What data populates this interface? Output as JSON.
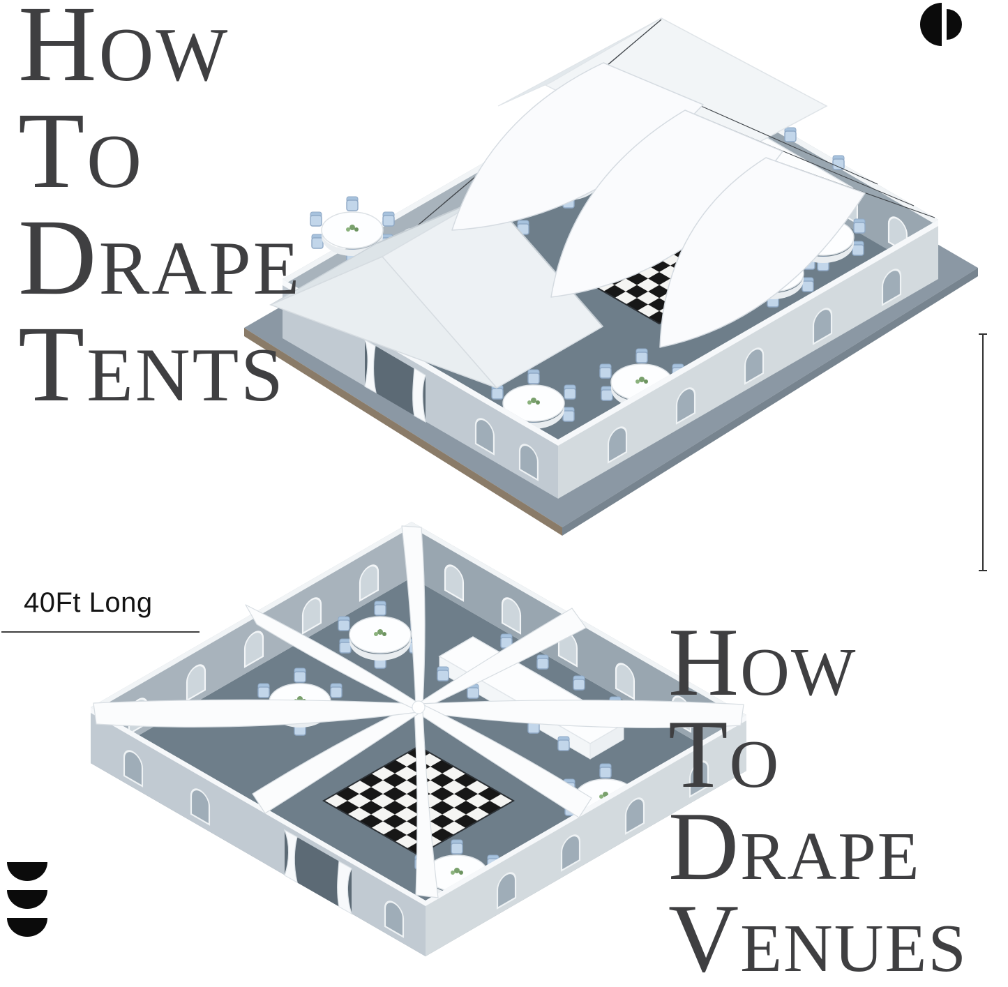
{
  "titles": {
    "left": {
      "lines": [
        "How",
        "To",
        "Drape",
        "Tents"
      ]
    },
    "right": {
      "lines": [
        "How",
        "To",
        "Drape",
        "Venues"
      ]
    }
  },
  "labels": {
    "drape_length": "40Ft Long"
  },
  "icons": {
    "brand_mark_top_right": "dual-half-disc-logo",
    "brand_mark_bottom_left": "triple-half-disc-logo"
  },
  "illustrations": {
    "top": "draped-frame-tent-isometric",
    "bottom": "draped-open-venue-isometric"
  },
  "palette": {
    "title_text": "#3f3f41",
    "interior_floor": "#6e7e8a",
    "interior_wall": "#99a6b0",
    "exterior_wall": "#d3dade",
    "platform": "#8b98a4",
    "platform_edge_brown": "#8a7b68",
    "drape_white": "#fbfcfd",
    "chair_blue": "#c2d6ea",
    "dance_floor_dark": "#171717",
    "dance_floor_light": "#f5f5f3"
  }
}
